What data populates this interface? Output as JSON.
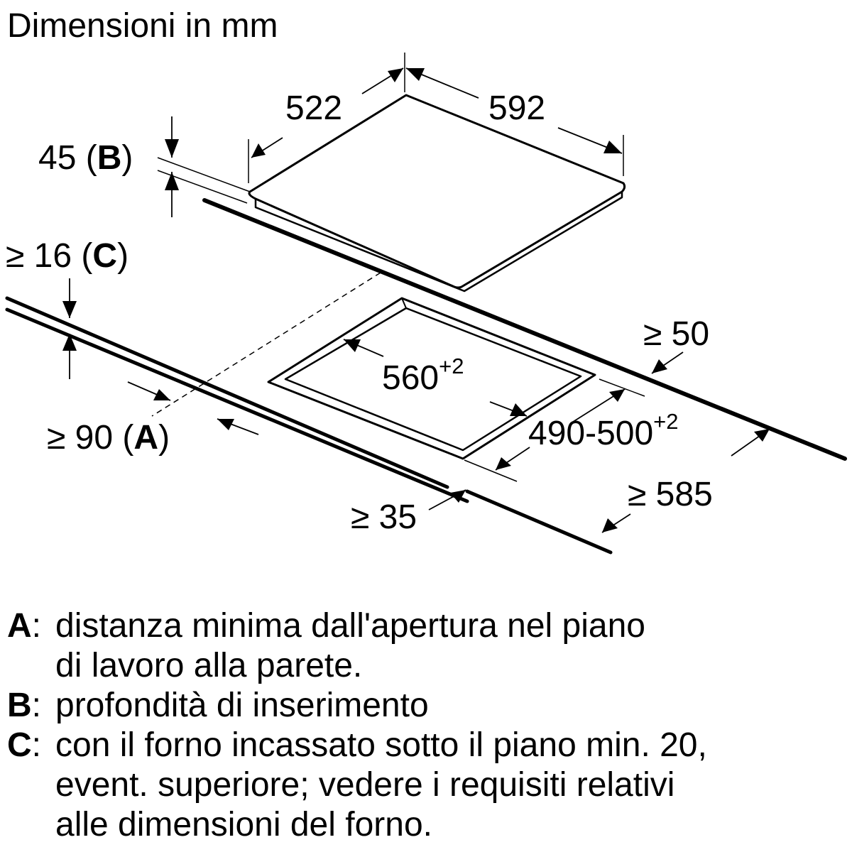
{
  "title": "Dimensioni in mm",
  "dimensions": {
    "hob_depth": "522",
    "hob_width": "592",
    "insertion_value": "45 (",
    "insertion_letter": "B",
    "insertion_close": ")",
    "clearance_below_value": "≥ 16 (",
    "clearance_below_letter": "C",
    "clearance_below_close": ")",
    "rear_clearance": "≥ 50",
    "cutout_width_value": "560",
    "cutout_width_tolerance": "+2",
    "cutout_depth_value": "490-500",
    "cutout_depth_tolerance": "+2",
    "wall_distance_value": "≥ 90 (",
    "wall_distance_letter": "A",
    "wall_distance_close": ")",
    "front_distance": "≥ 35",
    "worktop_depth": "≥ 585"
  },
  "legend": [
    {
      "key": "A",
      "lines": [
        "distanza minima dall'apertura nel piano",
        "di lavoro alla parete."
      ]
    },
    {
      "key": "B",
      "lines": [
        "profondità di inserimento"
      ]
    },
    {
      "key": "C",
      "lines": [
        "con il forno incassato sotto il piano min. 20,",
        "event. superiore; vedere i requisiti relativi",
        "alle dimensioni del forno."
      ]
    }
  ]
}
